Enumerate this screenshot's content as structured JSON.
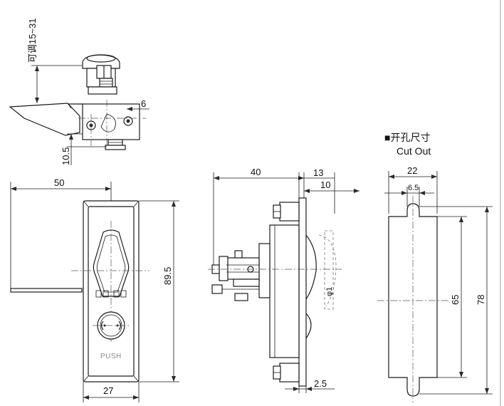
{
  "labels": {
    "adjustable": "可调15~31",
    "dim_side_6": "6",
    "dim_side_10_5": "10.5",
    "dim_front_width_50": "50",
    "dim_front_height_89_5": "89.5",
    "dim_front_bottom_27": "27",
    "dim_section_40": "40",
    "dim_section_13": "13",
    "dim_section_10": "10",
    "dim_section_2_5": "2.5",
    "cutout_title_cn": "■开孔尺寸",
    "cutout_title_en": "Cut Out",
    "dim_cutout_22": "22",
    "dim_cutout_6_5": "6.5",
    "dim_cutout_65": "65",
    "dim_cutout_78": "78",
    "push_label": "PUSH",
    "section_symbol": "φ1"
  }
}
